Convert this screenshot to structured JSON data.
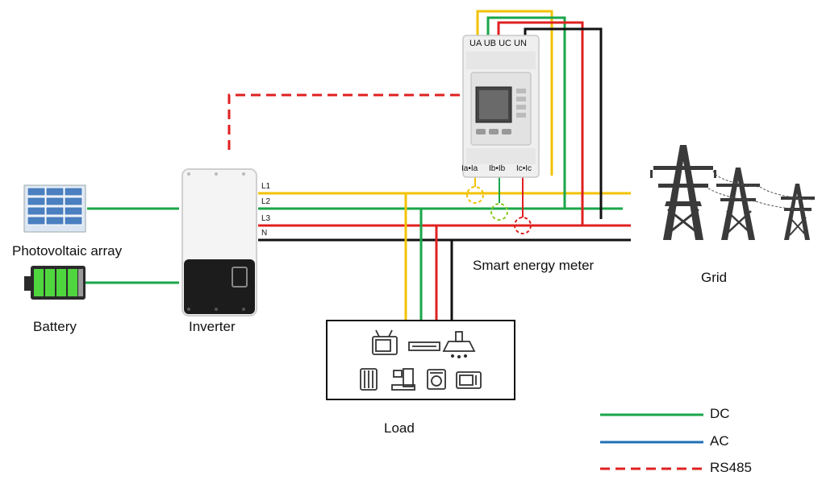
{
  "labels": {
    "pv": "Photovoltaic array",
    "battery": "Battery",
    "inverter": "Inverter",
    "load": "Load",
    "meter": "Smart energy meter",
    "grid": "Grid"
  },
  "lines": {
    "l1": "L1",
    "l2": "L2",
    "l3": "L3",
    "n": "N"
  },
  "meter_terminals": {
    "top": "UA UB UC UN",
    "ia": "Ia•Ia",
    "ib": "Ib•Ib",
    "ic": "Ic•Ic"
  },
  "legend": [
    {
      "label": "DC",
      "color": "#1aa64a",
      "style": "solid"
    },
    {
      "label": "AC",
      "color": "#1f6fb5",
      "style": "solid"
    },
    {
      "label": "RS485",
      "color": "#e02020",
      "style": "dashed"
    }
  ],
  "colors": {
    "l1": "#f2c200",
    "l2": "#1aa64a",
    "l3": "#e02020",
    "n": "#111111",
    "rs485": "#e02020"
  }
}
